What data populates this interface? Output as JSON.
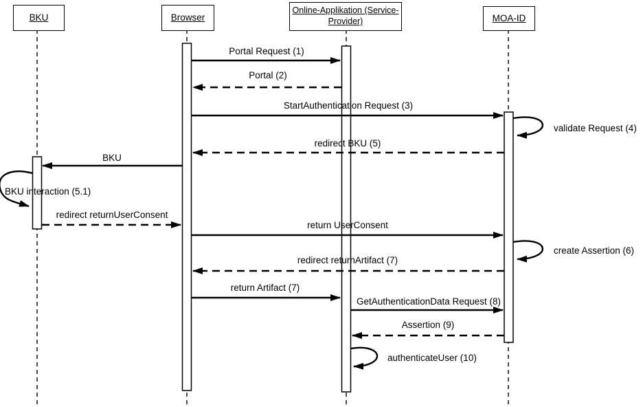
{
  "diagram": {
    "type": "uml-sequence-diagram",
    "colors": {
      "line": "#000000",
      "background": "#ffffff",
      "text": "#000000"
    },
    "actors": [
      {
        "id": "bku",
        "label": "BKU"
      },
      {
        "id": "browser",
        "label": "Browser"
      },
      {
        "id": "online-app",
        "label_line1": "Online-Applikation (Service-",
        "label_line2": "Provider)"
      },
      {
        "id": "moa-id",
        "label": "MOA-ID"
      }
    ],
    "messages": [
      {
        "label": "Portal Request (1)",
        "from": "Browser",
        "to": "Online-Applikation (Service-Provider)",
        "style": "solid"
      },
      {
        "label": "Portal (2)",
        "from": "Online-Applikation (Service-Provider)",
        "to": "Browser",
        "style": "dashed"
      },
      {
        "label": "StartAuthentication Request (3)",
        "from": "Browser",
        "to": "MOA-ID",
        "style": "solid"
      },
      {
        "label": "validate Request (4)",
        "from": "MOA-ID",
        "to": "MOA-ID",
        "style": "self-loop"
      },
      {
        "label": "redirect BKU (5)",
        "from": "MOA-ID",
        "to": "Browser",
        "style": "dashed"
      },
      {
        "label": "BKU",
        "from": "Browser",
        "to": "BKU",
        "style": "solid"
      },
      {
        "label": "BKU interaction (5.1)",
        "from": "BKU",
        "to": "BKU",
        "style": "self-loop"
      },
      {
        "label": "redirect returnUserConsent",
        "from": "BKU",
        "to": "Browser",
        "style": "dashed"
      },
      {
        "label": "return UserConsent",
        "from": "Browser",
        "to": "MOA-ID",
        "style": "solid"
      },
      {
        "label": "create Assertion (6)",
        "from": "MOA-ID",
        "to": "MOA-ID",
        "style": "self-loop"
      },
      {
        "label": "redirect returnArtifact (7)",
        "from": "MOA-ID",
        "to": "Browser",
        "style": "dashed"
      },
      {
        "label": "return Artifact (7)",
        "from": "Browser",
        "to": "Online-Applikation (Service-Provider)",
        "style": "solid"
      },
      {
        "label": "GetAuthenticationData Request (8)",
        "from": "Online-Applikation (Service-Provider)",
        "to": "MOA-ID",
        "style": "solid"
      },
      {
        "label": "Assertion (9)",
        "from": "MOA-ID",
        "to": "Online-Applikation (Service-Provider)",
        "style": "dashed"
      },
      {
        "label": "authenticateUser (10)",
        "from": "Online-Applikation (Service-Provider)",
        "to": "Online-Applikation (Service-Provider)",
        "style": "self-loop"
      }
    ]
  }
}
